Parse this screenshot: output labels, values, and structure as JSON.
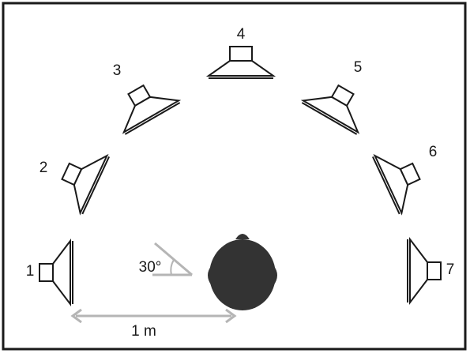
{
  "speakers": [
    {
      "label": "1"
    },
    {
      "label": "2"
    },
    {
      "label": "3"
    },
    {
      "label": "4"
    },
    {
      "label": "5"
    },
    {
      "label": "6"
    },
    {
      "label": "7"
    }
  ],
  "angle_label": "30°",
  "distance_label": "1 m",
  "colors": {
    "border": "#1a1a1a",
    "speaker_stroke": "#1a1a1a",
    "speaker_fill": "#ffffff",
    "speaker_inner": "#d8d8d8",
    "head": "#333333",
    "guide": "#b5b5b5",
    "text": "#1a1a1a"
  }
}
